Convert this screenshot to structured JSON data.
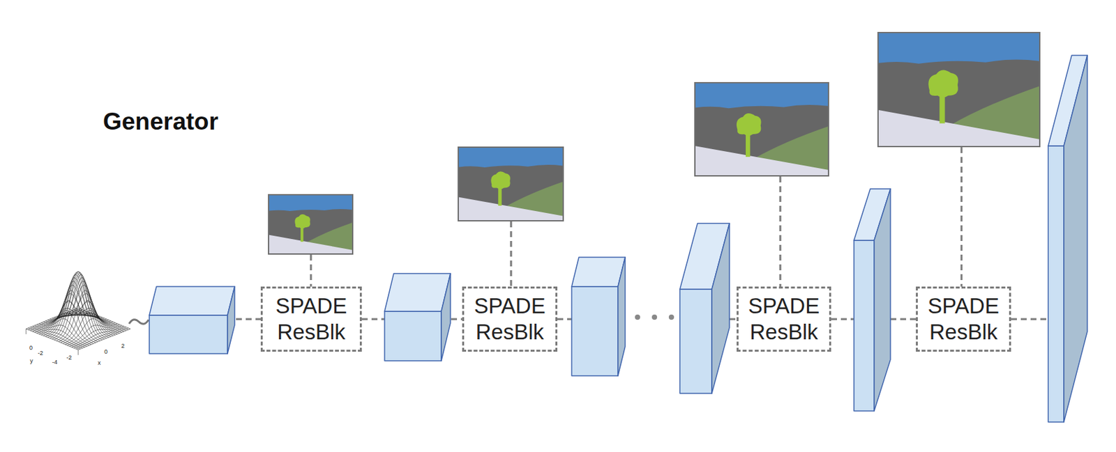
{
  "diagram": {
    "title": "Generator",
    "nodes": [
      {
        "text": [
          "SPADE ResBlk"
        ]
      },
      {
        "text": [
          "SPADE ResBlk"
        ]
      },
      {
        "text": [
          "SPADE ResBlk"
        ]
      },
      {
        "text": [
          "SPADE ResBlk"
        ]
      }
    ],
    "labels": [
      "0",
      "-2",
      "y",
      "-4",
      "-2",
      "0",
      "2",
      "x"
    ]
  }
}
